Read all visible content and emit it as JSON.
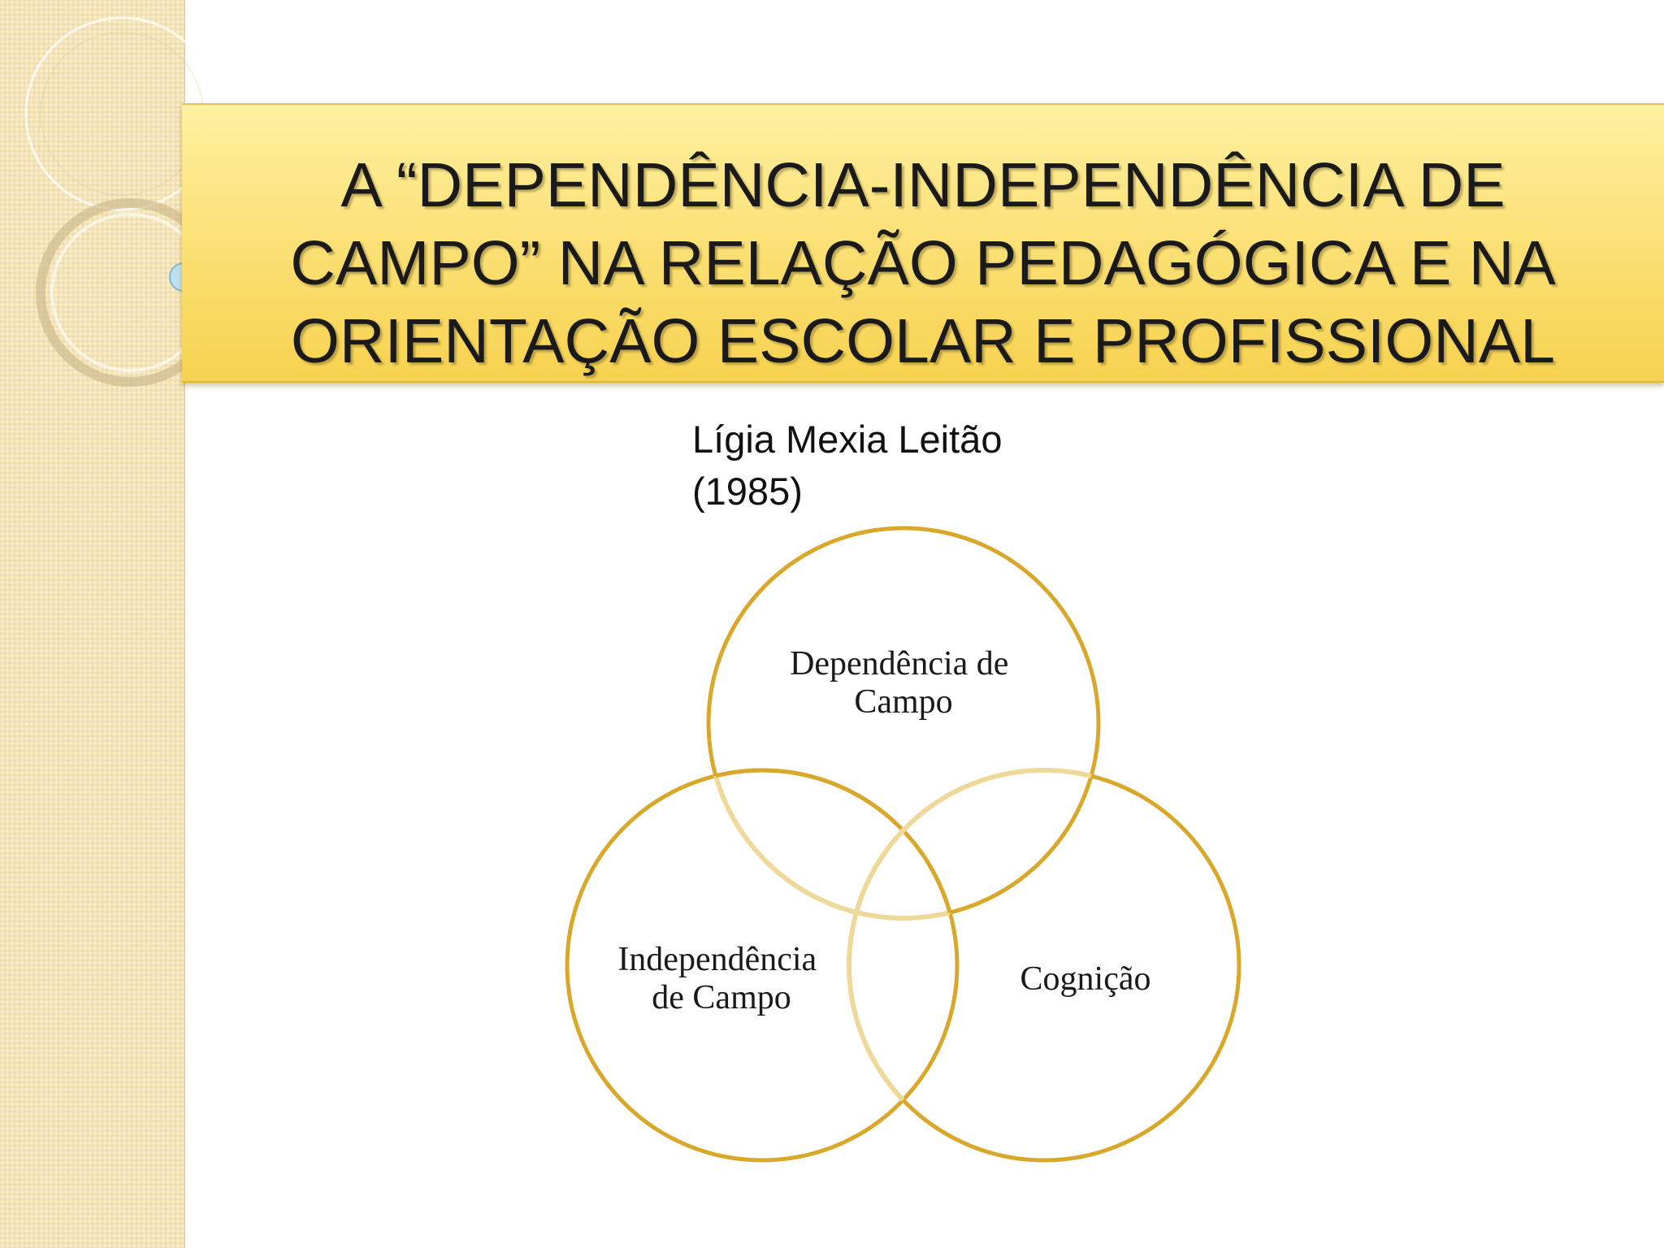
{
  "slide": {
    "title_lines": [
      "A “DEPENDÊNCIA-INDEPENDÊNCIA DE",
      "CAMPO” NA RELAÇÃO PEDAGÓGICA E NA",
      "ORIENTAÇÃO ESCOLAR E PROFISSIONAL"
    ],
    "author_lines": [
      "Lígia Mexia Leitão",
      "(1985)"
    ]
  },
  "venn": {
    "circle_top": {
      "label_lines": [
        "Dependência de",
        "Campo"
      ]
    },
    "circle_left": {
      "label_lines": [
        "Independência",
        "de Campo"
      ]
    },
    "circle_right": {
      "label_lines": [
        "Cognição"
      ]
    }
  },
  "colors": {
    "banner": "#f9dc66",
    "circle_stroke": "#d9a82a",
    "overlap_stroke": "#efd99a",
    "side_panel": "#f3e3b7"
  }
}
